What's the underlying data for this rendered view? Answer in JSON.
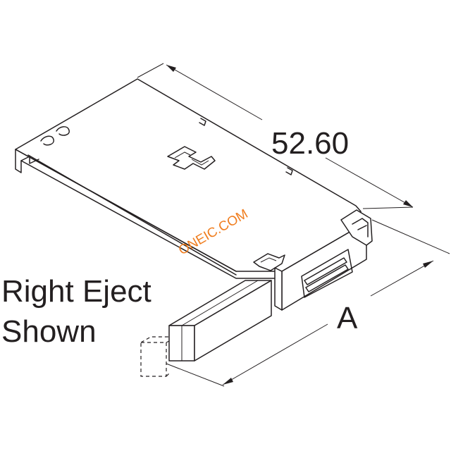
{
  "dimensions": {
    "length_label": "52.60",
    "eject_label": "A"
  },
  "caption": {
    "line1": "Right Eject",
    "line2": "Shown"
  },
  "watermark": {
    "text": "ONEIC.COM",
    "color": "#f07d1e"
  },
  "colors": {
    "line": "#231f20",
    "background": "#ffffff"
  }
}
